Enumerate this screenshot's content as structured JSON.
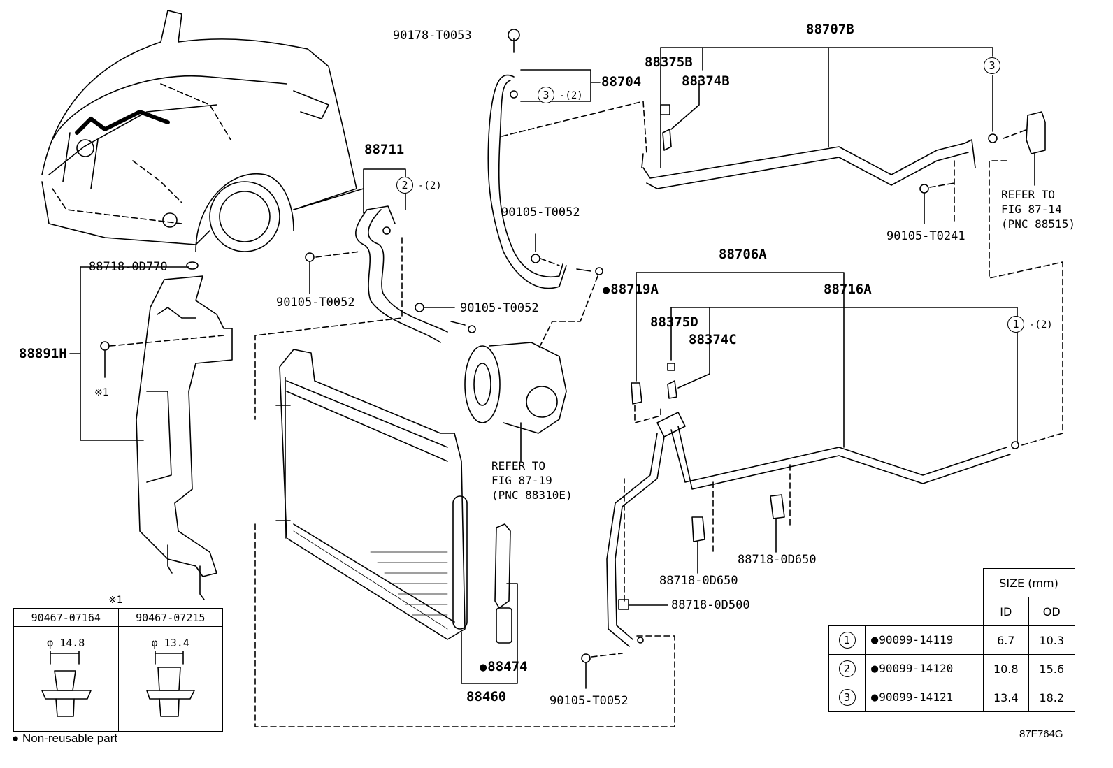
{
  "labels": {
    "p90178": "90178-T0053",
    "p88704": "88704",
    "p88707B": "88707B",
    "p88375B": "88375B",
    "p88374B": "88374B",
    "p88711": "88711",
    "p90105_a": "90105-T0052",
    "p90105_b": "90105-T0052",
    "p90105_c": "90105-T0052",
    "p90105_d": "90105-T0052",
    "p90105_T0241": "90105-T0241",
    "p88718_0D770": "88718-0D770",
    "p88891H": "88891H",
    "mark1": "※1",
    "p88706A": "88706A",
    "p88719A": "88719A",
    "p88716A": "88716A",
    "p88375D": "88375D",
    "p88374C": "88374C",
    "p88718_0D650_a": "88718-0D650",
    "p88718_0D650_b": "88718-0D650",
    "p88718_0D500": "88718-0D500",
    "p88474": "88474",
    "p88460": "88460"
  },
  "callouts": {
    "c3_top": "3",
    "c3_top_qty": "-(2)",
    "c2": "2",
    "c2_qty": "-(2)",
    "c3_right": "3",
    "c1": "1",
    "c1_qty": "-(2)"
  },
  "refers": {
    "compressor": "REFER TO\nFIG 87-19\n(PNC 88310E)",
    "valve": "REFER TO\nFIG 87-14\n(PNC 88515)"
  },
  "size_table": {
    "header": "SIZE (mm)",
    "col_id": "ID",
    "col_od": "OD",
    "rows": [
      {
        "num": "1",
        "part": "90099-14119",
        "id": "6.7",
        "od": "10.3"
      },
      {
        "num": "2",
        "part": "90099-14120",
        "id": "10.8",
        "od": "15.6"
      },
      {
        "num": "3",
        "part": "90099-14121",
        "id": "13.4",
        "od": "18.2"
      }
    ]
  },
  "clip_table": {
    "mark": "※1",
    "col1_part": "90467-07164",
    "col2_part": "90467-07215",
    "col1_dia": "φ 14.8",
    "col2_dia": "φ 13.4"
  },
  "legend": "Non-reusable part",
  "figure_id": "87F764G"
}
